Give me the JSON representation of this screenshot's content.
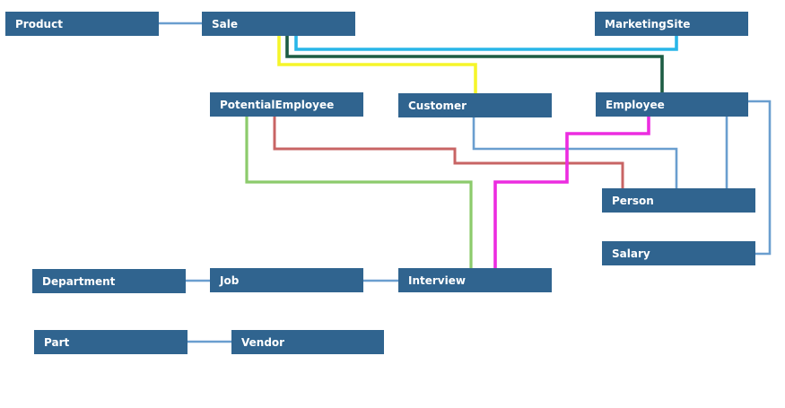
{
  "colors": {
    "background": "#ffffff",
    "node_fill": "#30648f",
    "node_text": "#ffffff",
    "line_blue": "#6a9ecf",
    "line_cyan": "#29b6e8",
    "line_yellow": "#f5f52a",
    "line_darkgreen": "#1d5c43",
    "line_green": "#8ccb6c",
    "line_red": "#c86464",
    "line_magenta": "#ec2ce0"
  },
  "nodes": [
    {
      "id": "product",
      "label": "Product"
    },
    {
      "id": "sale",
      "label": "Sale"
    },
    {
      "id": "marketingsite",
      "label": "MarketingSite"
    },
    {
      "id": "potentialemployee",
      "label": "PotentialEmployee"
    },
    {
      "id": "customer",
      "label": "Customer"
    },
    {
      "id": "employee",
      "label": "Employee"
    },
    {
      "id": "person",
      "label": "Person"
    },
    {
      "id": "salary",
      "label": "Salary"
    },
    {
      "id": "department",
      "label": "Department"
    },
    {
      "id": "job",
      "label": "Job"
    },
    {
      "id": "interview",
      "label": "Interview"
    },
    {
      "id": "part",
      "label": "Part"
    },
    {
      "id": "vendor",
      "label": "Vendor"
    }
  ],
  "edges": [
    {
      "from": "product",
      "to": "sale",
      "color": "line_blue"
    },
    {
      "from": "sale",
      "to": "marketingsite",
      "color": "line_cyan"
    },
    {
      "from": "sale",
      "to": "customer",
      "color": "line_yellow"
    },
    {
      "from": "sale",
      "to": "employee",
      "color": "line_darkgreen"
    },
    {
      "from": "potentialemployee",
      "to": "interview",
      "color": "line_green"
    },
    {
      "from": "potentialemployee",
      "to": "person",
      "color": "line_red"
    },
    {
      "from": "customer",
      "to": "person",
      "color": "line_blue"
    },
    {
      "from": "employee",
      "to": "interview",
      "color": "line_magenta"
    },
    {
      "from": "employee",
      "to": "person",
      "color": "line_blue"
    },
    {
      "from": "employee",
      "to": "salary",
      "color": "line_blue"
    },
    {
      "from": "department",
      "to": "job",
      "color": "line_blue"
    },
    {
      "from": "job",
      "to": "interview",
      "color": "line_blue"
    },
    {
      "from": "part",
      "to": "vendor",
      "color": "line_blue"
    }
  ]
}
